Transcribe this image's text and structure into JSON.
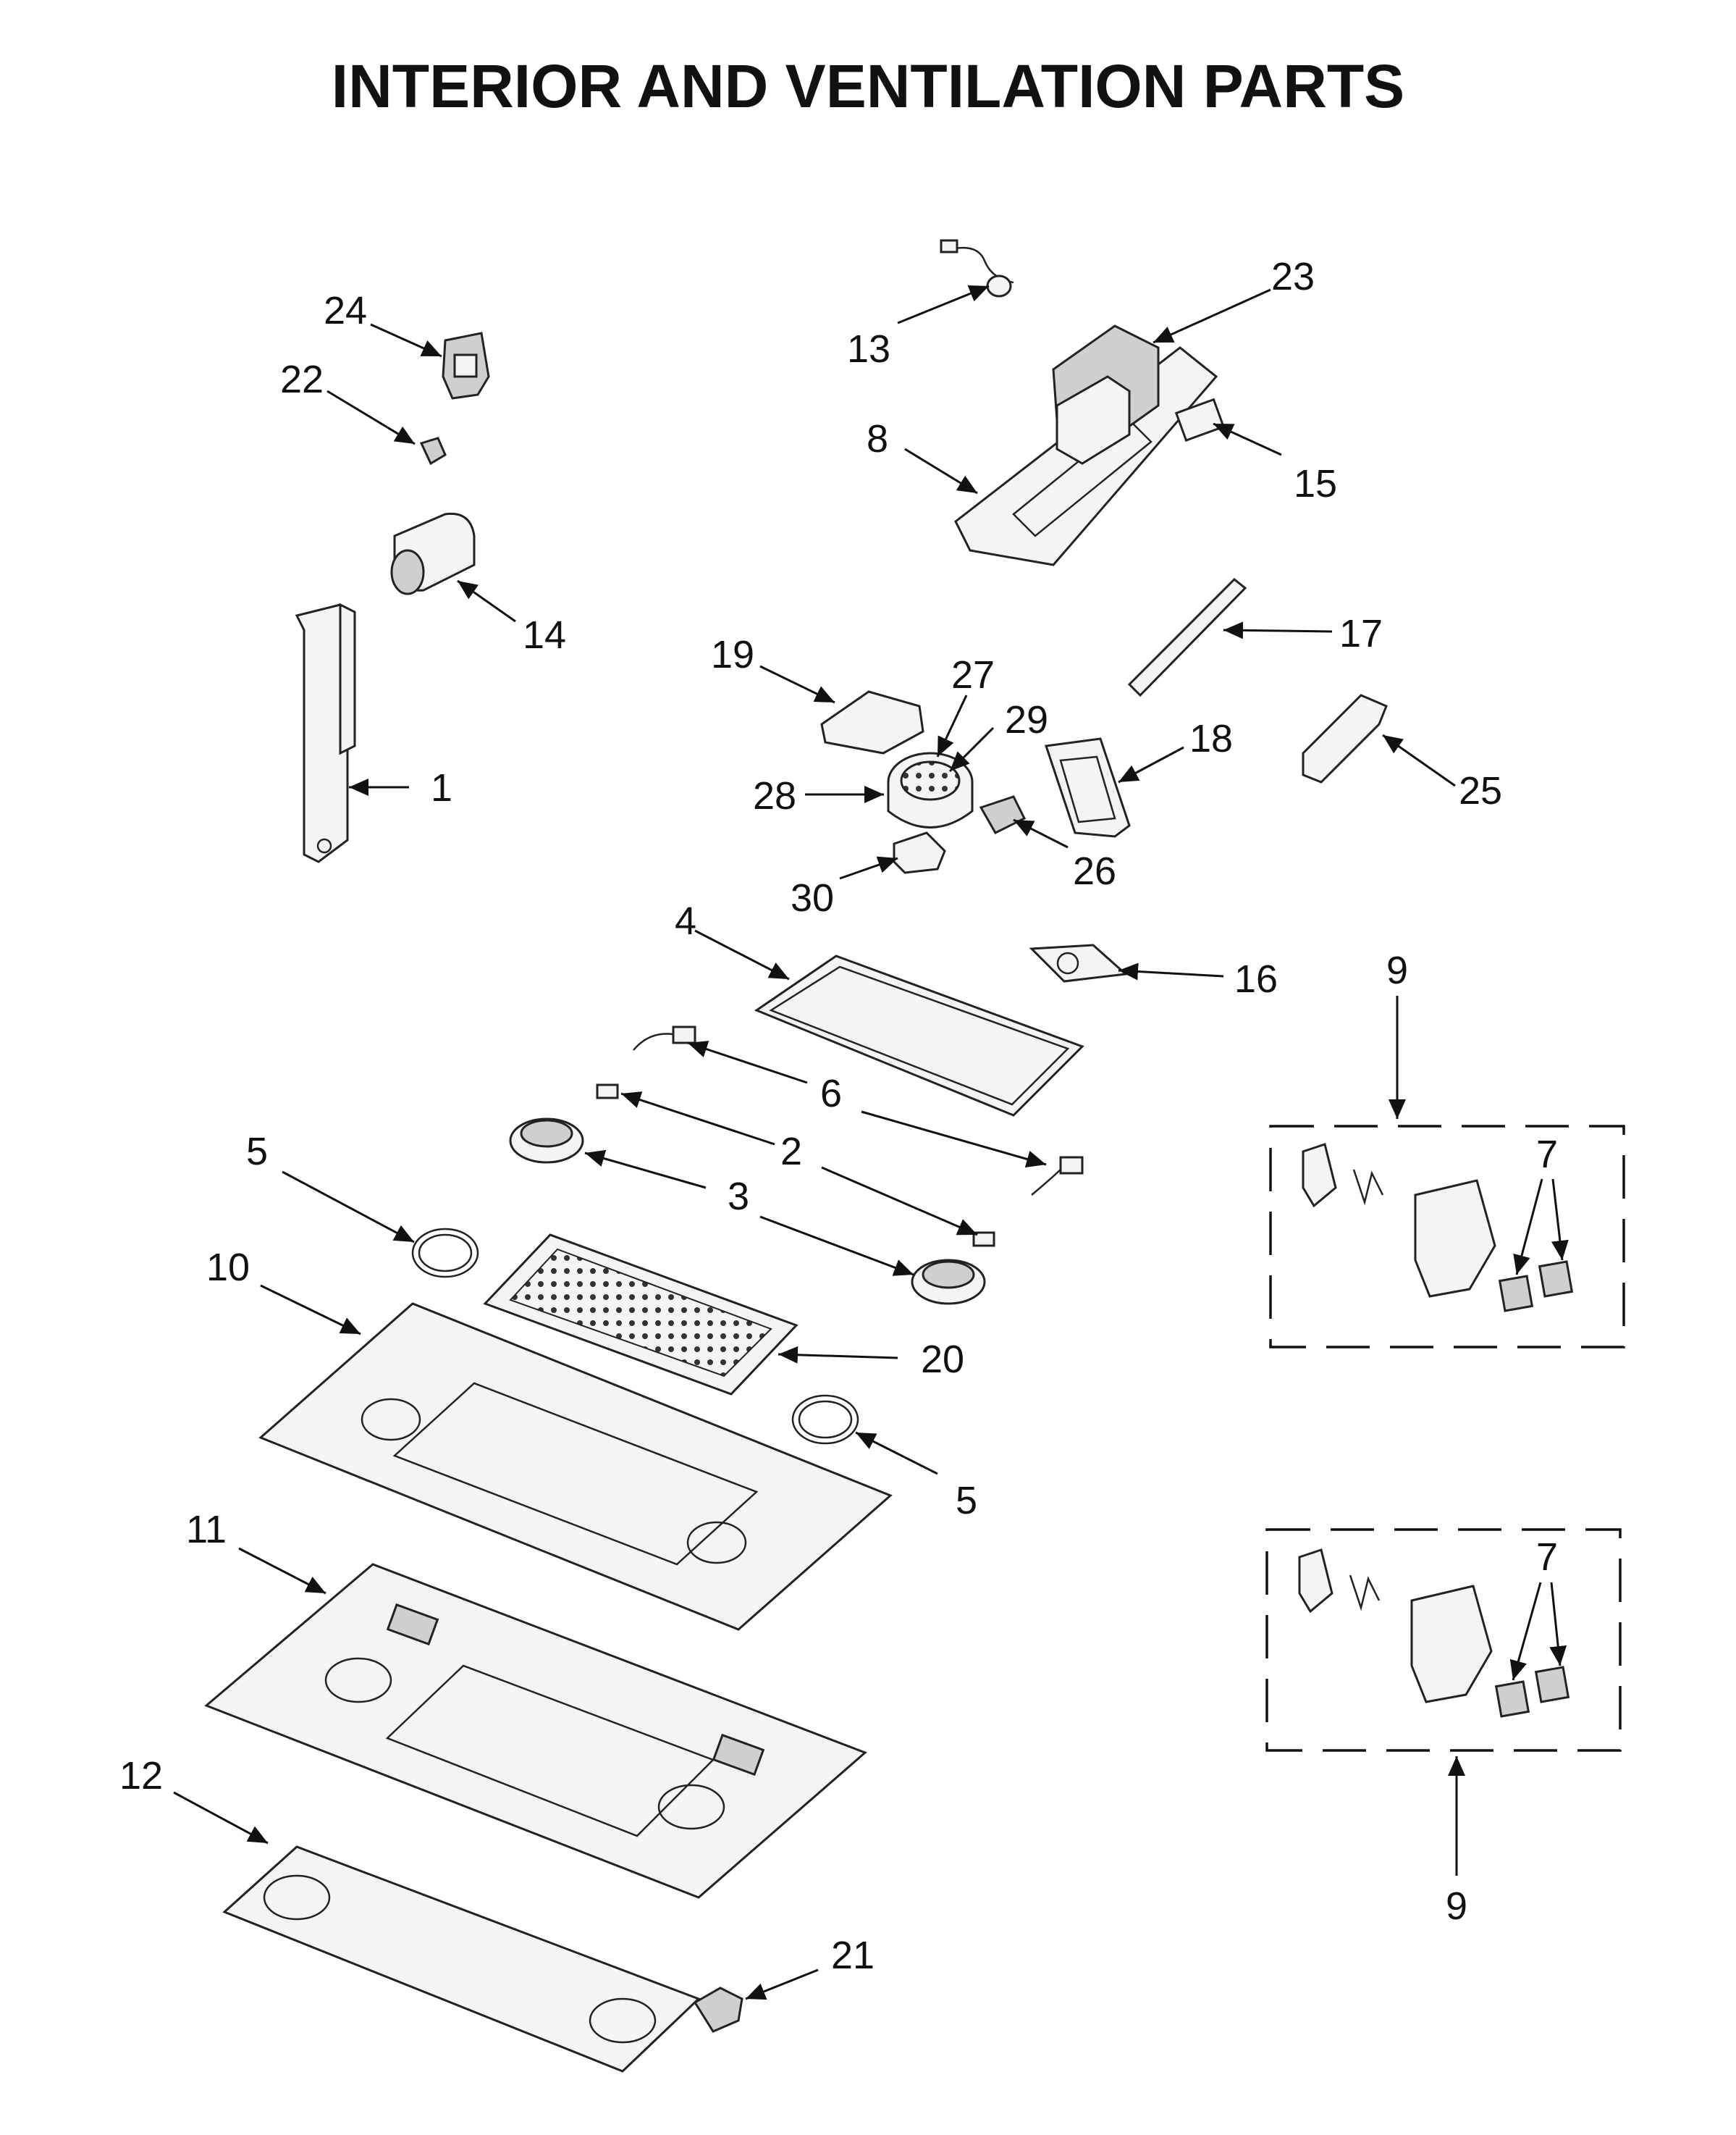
{
  "title": "INTERIOR AND VENTILATION PARTS",
  "callouts": {
    "c1": "1",
    "c2a": "2",
    "c3a": "3",
    "c4": "4",
    "c5a": "5",
    "c5b": "5",
    "c6a": "6",
    "c7a": "7",
    "c7b": "7",
    "c8": "8",
    "c9a": "9",
    "c9b": "9",
    "c10": "10",
    "c11": "11",
    "c12": "12",
    "c13": "13",
    "c14": "14",
    "c15": "15",
    "c16": "16",
    "c17": "17",
    "c18": "18",
    "c19": "19",
    "c20": "20",
    "c21": "21",
    "c22": "22",
    "c23": "23",
    "c24": "24",
    "c25": "25",
    "c26": "26",
    "c27": "27",
    "c28": "28",
    "c29": "29",
    "c30": "30"
  }
}
